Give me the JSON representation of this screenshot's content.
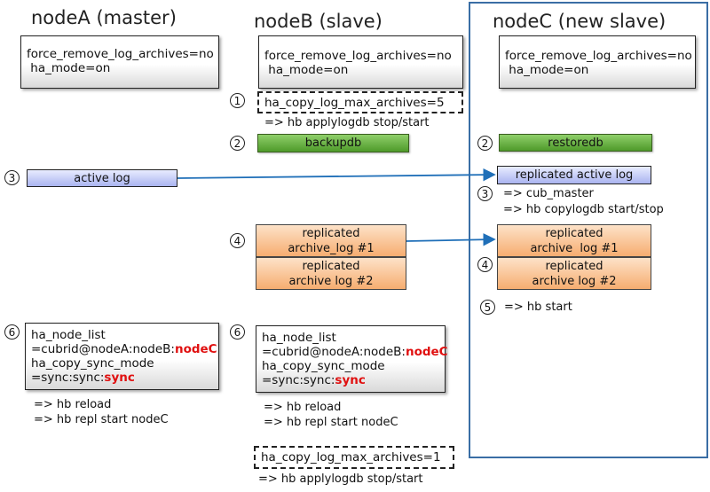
{
  "nodeA": {
    "title": "nodeA (master)",
    "config": [
      "force_remove_log_archives=no",
      " ha_mode=on"
    ],
    "step3": "3",
    "active_log": "active log",
    "step6": "6",
    "node_list": {
      "l1": "ha_node_list",
      "l2_prefix": "=cubrid@nodeA:nodeB:",
      "l2_red": "nodeC",
      "l3": "ha_copy_sync_mode",
      "l4_prefix": "=sync:sync:",
      "l4_red": "sync"
    },
    "cmds": [
      "=> hb reload",
      "=> hb repl start nodeC"
    ]
  },
  "nodeB": {
    "title": "nodeB (slave)",
    "config": [
      "force_remove_log_archives=no",
      " ha_mode=on"
    ],
    "step1": "1",
    "max_archives_1": "ha_copy_log_max_archives=5",
    "cmd1": "=> hb applylogdb stop/start",
    "step2": "2",
    "backupdb": "backupdb",
    "step4": "4",
    "archive1": [
      "replicated",
      "archive_log #1"
    ],
    "archive2": [
      "replicated",
      "archive log #2"
    ],
    "step6": "6",
    "node_list": {
      "l1": "ha_node_list",
      "l2_prefix": "=cubrid@nodeA:nodeB:",
      "l2_red": "nodeC",
      "l3": "ha_copy_sync_mode",
      "l4_prefix": "=sync:sync:",
      "l4_red": "sync"
    },
    "cmds": [
      "=> hb reload",
      "=> hb repl start nodeC"
    ],
    "max_archives_2": "ha_copy_log_max_archives=1",
    "cmd2": "=> hb applylogdb stop/start"
  },
  "nodeC": {
    "title": "nodeC (new slave)",
    "config": [
      "force_remove_log_archives=no",
      " ha_mode=on"
    ],
    "step2": "2",
    "restoredb": "restoredb",
    "replicated_active_log": "replicated active log",
    "step3": "3",
    "cmds3": [
      "=> cub_master",
      "=> hb copylogdb start/stop"
    ],
    "archive1": [
      "replicated",
      "archive  log #1"
    ],
    "step4": "4",
    "archive2": [
      "replicated",
      "archive log #2"
    ],
    "step5": "5",
    "cmd5": "=> hb start"
  },
  "colors": {
    "arrow": "#1f6fb8",
    "border": "#3a6ea5",
    "highlight": "#e01010"
  }
}
